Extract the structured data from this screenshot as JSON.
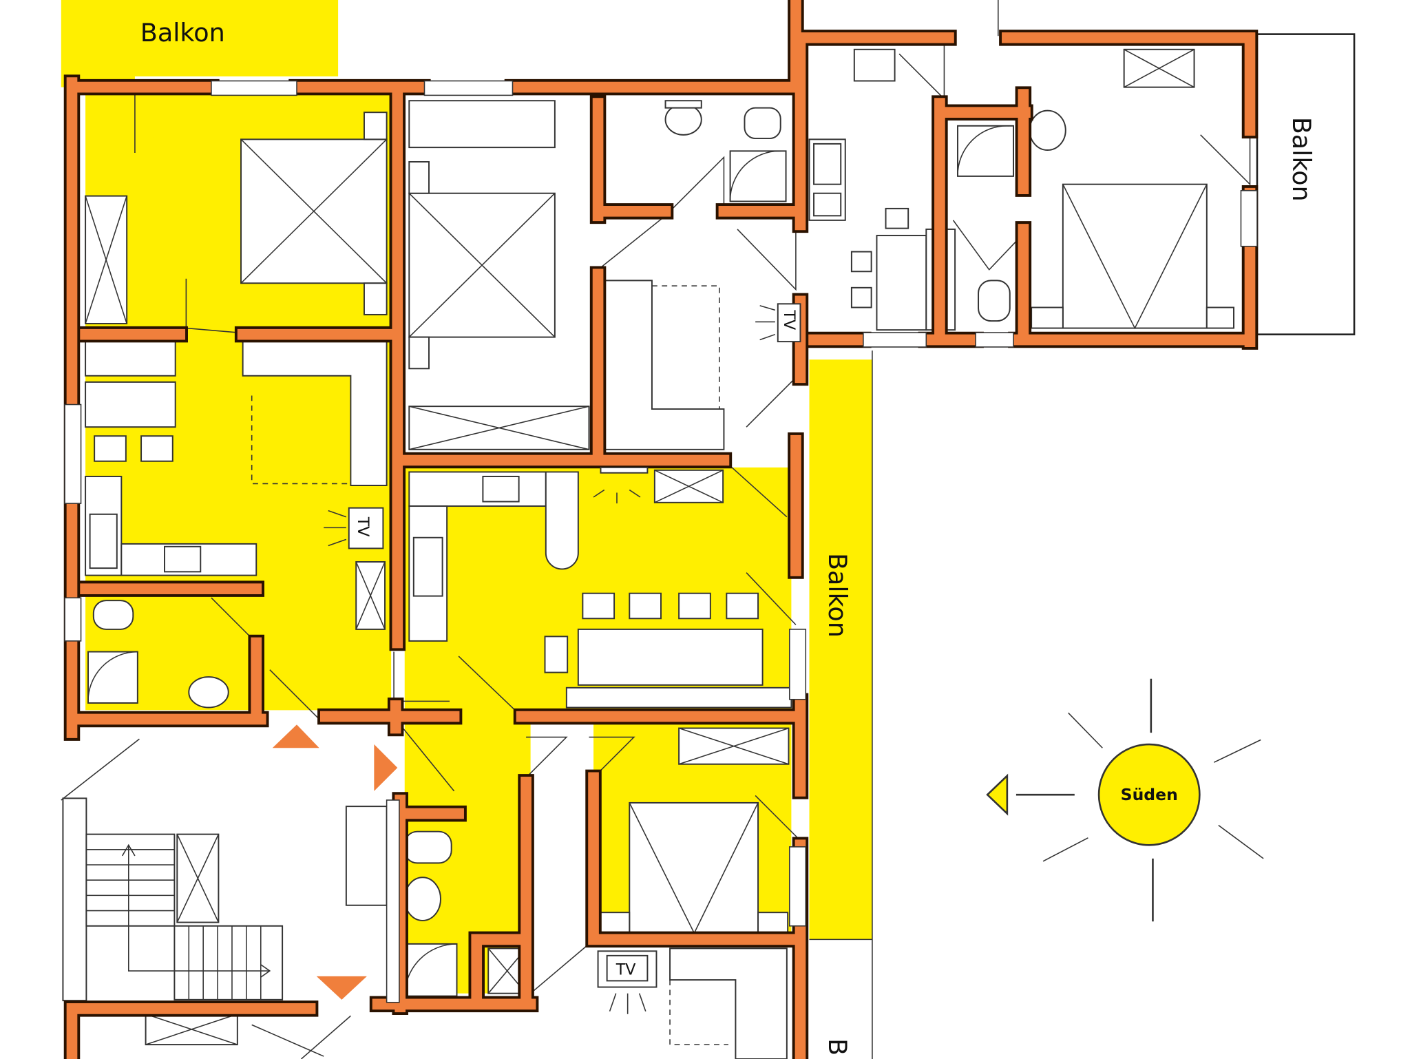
{
  "labels": {
    "balcony_top_left": "Balkon",
    "balcony_top_right": "Balkon",
    "balcony_middle": "Balkon",
    "balcony_bottom_partial": "B",
    "sun": "Süden"
  },
  "tv_labels": [
    "TV",
    "TV",
    "TV"
  ],
  "colors": {
    "yellow_area": "#ffef00",
    "wall": "#f07f3c",
    "wall_outline": "#2a1200",
    "arrow_orange": "#f07f3c"
  }
}
